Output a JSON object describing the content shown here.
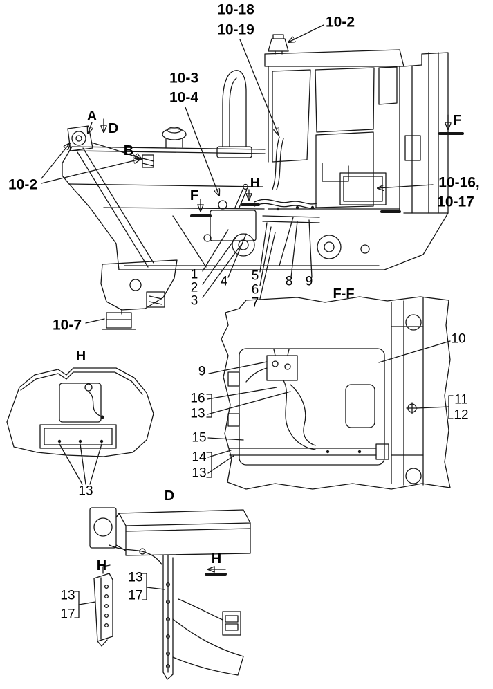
{
  "colors": {
    "line": "#161616",
    "background": "#ffffff"
  },
  "callouts": {
    "c10_18": "10-18",
    "c10_19": "10-19",
    "c10_2_top": "10-2",
    "c10_3": "10-3",
    "c10_4": "10-4",
    "view_a": "A",
    "view_d": "D",
    "view_b": "B",
    "c10_2_left": "10-2",
    "sec_f_mid": "F",
    "view_h_mid": "H",
    "sec_f_right": "F",
    "c10_16": "10-16,",
    "c10_17": "10-17",
    "n1": "1",
    "n2": "2",
    "n3": "3",
    "n4": "4",
    "n5": "5",
    "n6": "6",
    "n7": "7",
    "n8": "8",
    "n9": "9",
    "c10_7": "10-7",
    "ff_title": "F-F",
    "h_title": "H",
    "ff_n9": "9",
    "ff_n16": "16",
    "ff_n13a": "13",
    "ff_n15": "15",
    "ff_n14": "14",
    "ff_n13b": "13",
    "ff_n10": "10",
    "ff_n11": "11",
    "ff_n12": "12",
    "h_n13": "13",
    "d_title": "D",
    "d_view_h": "H",
    "hs_title": "H",
    "d_n13": "13",
    "d_n17": "17",
    "hs_n13": "13",
    "hs_n17": "17"
  }
}
